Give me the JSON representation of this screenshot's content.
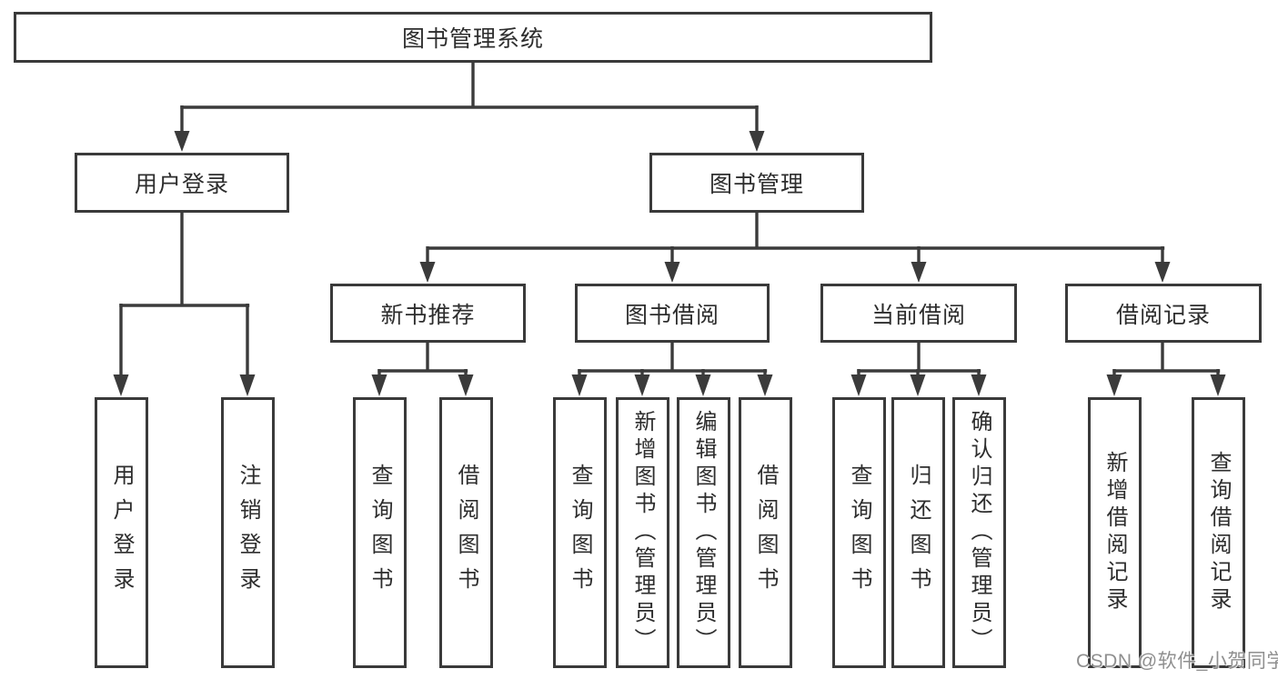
{
  "diagram": {
    "root": {
      "label": "图书管理系统"
    },
    "level1": [
      {
        "label": "用户登录",
        "children": [
          "用户登录",
          "注销登录"
        ]
      },
      {
        "label": "图书管理"
      }
    ],
    "level2": [
      {
        "label": "新书推荐",
        "children": [
          "查询图书",
          "借阅图书"
        ]
      },
      {
        "label": "图书借阅",
        "children": [
          "查询图书",
          "新增图书（管理员）",
          "编辑图书（管理员）",
          "借阅图书"
        ]
      },
      {
        "label": "当前借阅",
        "children": [
          "查询图书",
          "归还图书",
          "确认归还（管理员）"
        ]
      },
      {
        "label": "借阅记录",
        "children": [
          "新增借阅记录",
          "查询借阅记录"
        ]
      }
    ]
  },
  "watermark": "CSDN @软件_小贺同学",
  "colors": {
    "line": "#3b3b3b",
    "box_border": "#3a3a3a",
    "text": "#2d2d2d",
    "watermark": "#8f8f8f",
    "background": "#ffffff"
  }
}
